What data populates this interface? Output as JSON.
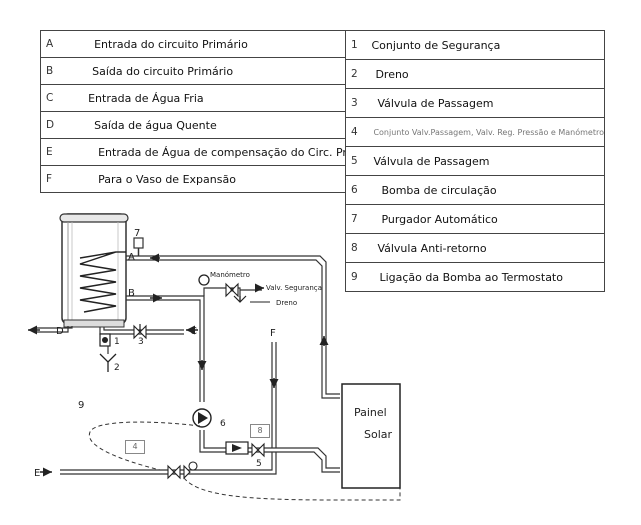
{
  "legend_left": [
    {
      "key": "A",
      "text": "Entrada do circuito Primário"
    },
    {
      "key": "B",
      "text": "Saída do circuito Primário"
    },
    {
      "key": "C",
      "text": "Entrada de Água Fria"
    },
    {
      "key": "D",
      "text": "Saída de água Quente"
    },
    {
      "key": "E",
      "text": "Entrada de Água de compensação do Circ. Prim."
    },
    {
      "key": "F",
      "text": "Para o Vaso de Expansão"
    }
  ],
  "legend_right": [
    {
      "key": "1",
      "text": "Conjunto de Segurança"
    },
    {
      "key": "2",
      "text": "Dreno"
    },
    {
      "key": "3",
      "text": "Válvula de Passagem"
    },
    {
      "key": "4",
      "text": "Conjunto Valv.Passagem, Valv. Reg. Pressão e Manómetro"
    },
    {
      "key": "5",
      "text": "Válvula de Passagem"
    },
    {
      "key": "6",
      "text": "Bomba de circulação"
    },
    {
      "key": "7",
      "text": "Purgador Automático"
    },
    {
      "key": "8",
      "text": "Válvula Anti-retorno"
    },
    {
      "key": "9",
      "text": "Ligação da Bomba ao Termostato"
    }
  ],
  "diagram": {
    "label_A": "A",
    "label_B": "B",
    "label_C": "C",
    "label_D": "D",
    "label_E": "E",
    "label_F": "F",
    "num_1": "1",
    "num_2": "2",
    "num_3": "3",
    "num_4": "4",
    "num_5": "5",
    "num_6": "6",
    "num_7": "7",
    "num_8": "8",
    "num_9": "9",
    "manometro": "Manómetro",
    "valv_seguranca": "Valv. Segurança",
    "dreno": "Dreno",
    "painel_line1": "Painel",
    "painel_line2": "Solar"
  }
}
